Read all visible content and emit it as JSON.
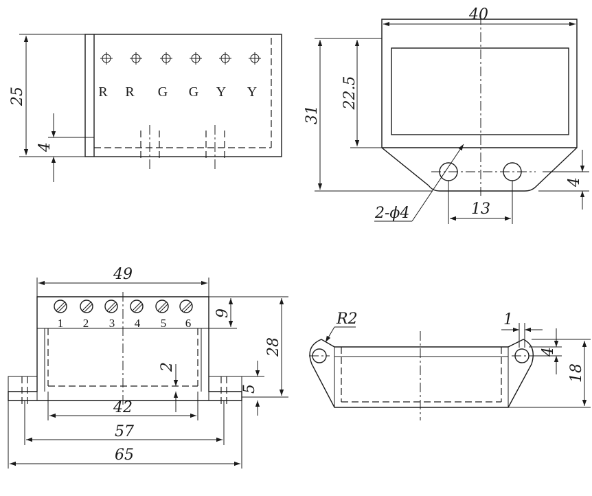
{
  "colors": {
    "ink": "#1a1a1a",
    "paper": "#ffffff"
  },
  "front_view": {
    "terminal_letters": [
      "R",
      "R",
      "G",
      "G",
      "Y",
      "Y"
    ],
    "dim_height": "25",
    "dim_base": "4"
  },
  "side_view": {
    "dim_width": "40",
    "dim_height": "31",
    "dim_window": "22.5",
    "dim_tab": "4",
    "dim_hole_pitch": "13",
    "hole_label": "2-ϕ4"
  },
  "bottom_left_view": {
    "terminal_numbers": [
      "1",
      "2",
      "3",
      "4",
      "5",
      "6"
    ],
    "dim_top": "49",
    "dim_terminal_strip": "9",
    "dim_height": "28",
    "dim_wall": "2",
    "dim_flange": "5",
    "dim_inner": "42",
    "dim_hole_span": "57",
    "dim_overall": "65"
  },
  "bottom_right_view": {
    "radius_label": "R2",
    "dim_wall": "1",
    "dim_flange": "4",
    "dim_height": "18"
  }
}
